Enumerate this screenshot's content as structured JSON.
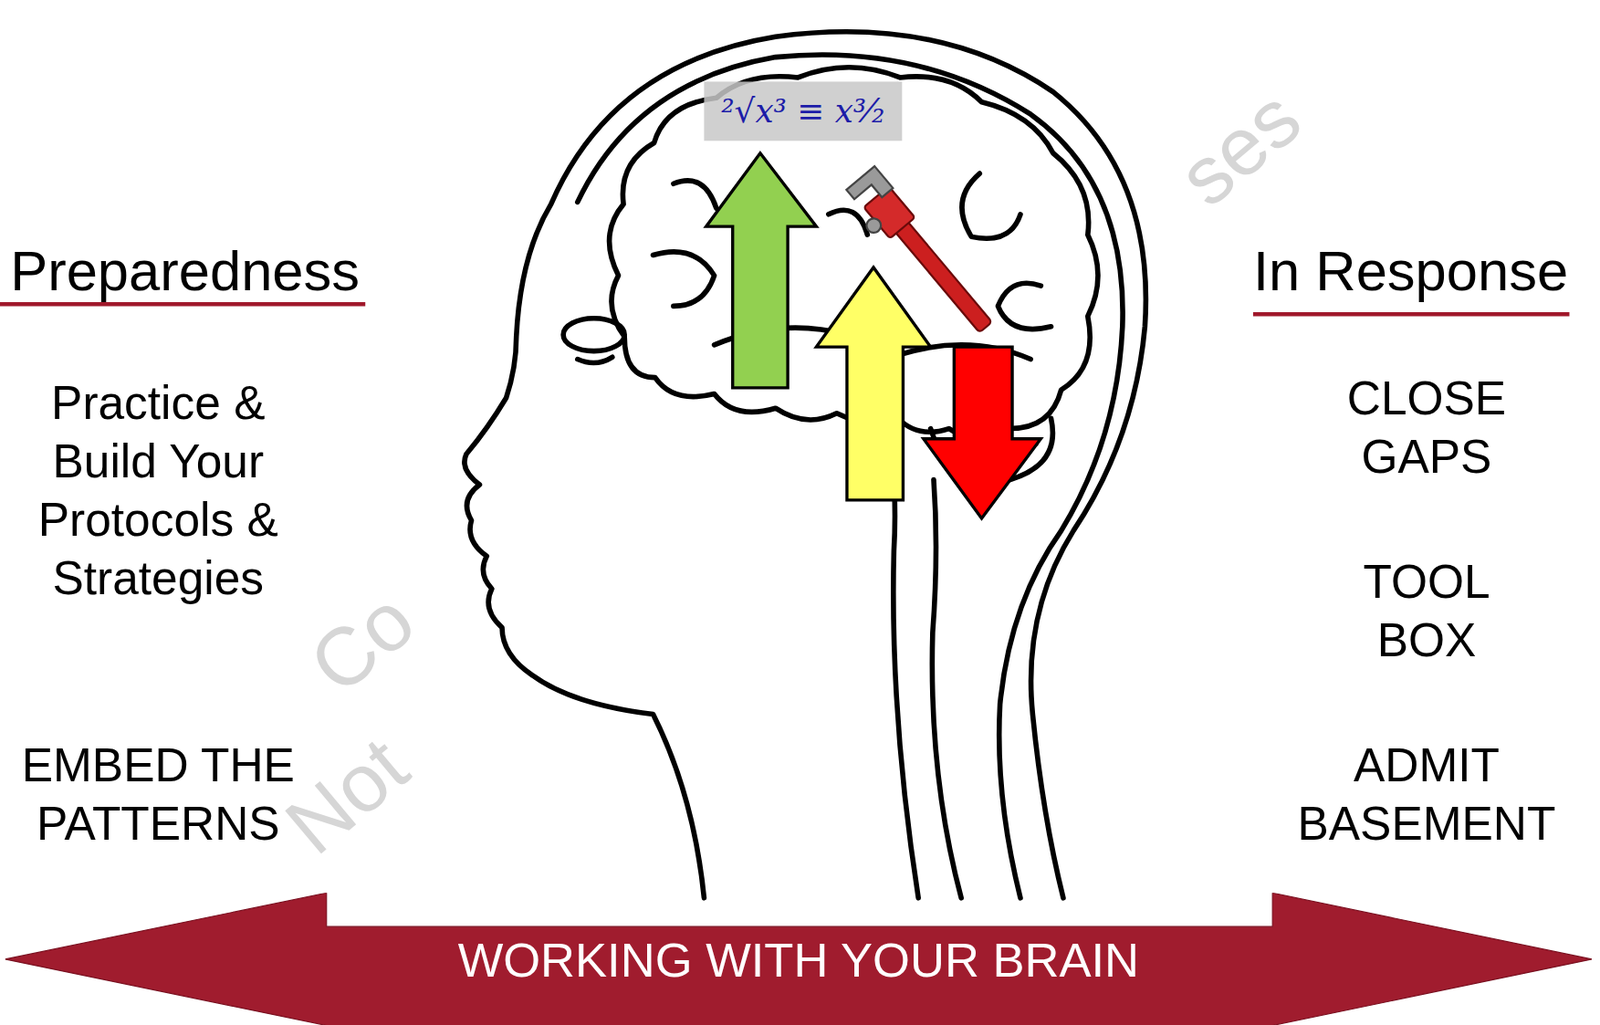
{
  "diagram": {
    "nodes": [
      {
        "text": [
          "²√x³ ≡ x³⁄₂"
        ]
      },
      {
        "text": [
          "WORKING WITH YOUR BRAIN"
        ]
      }
    ],
    "labels": [
      "Preparedness",
      "Practice & Build Your Protocols & Strategies",
      "EMBED THE PATTERNS",
      "In Response",
      "CLOSE GAPS",
      "TOOL BOX",
      "ADMIT BASEMENT",
      "Co",
      "Not",
      "ses"
    ]
  }
}
